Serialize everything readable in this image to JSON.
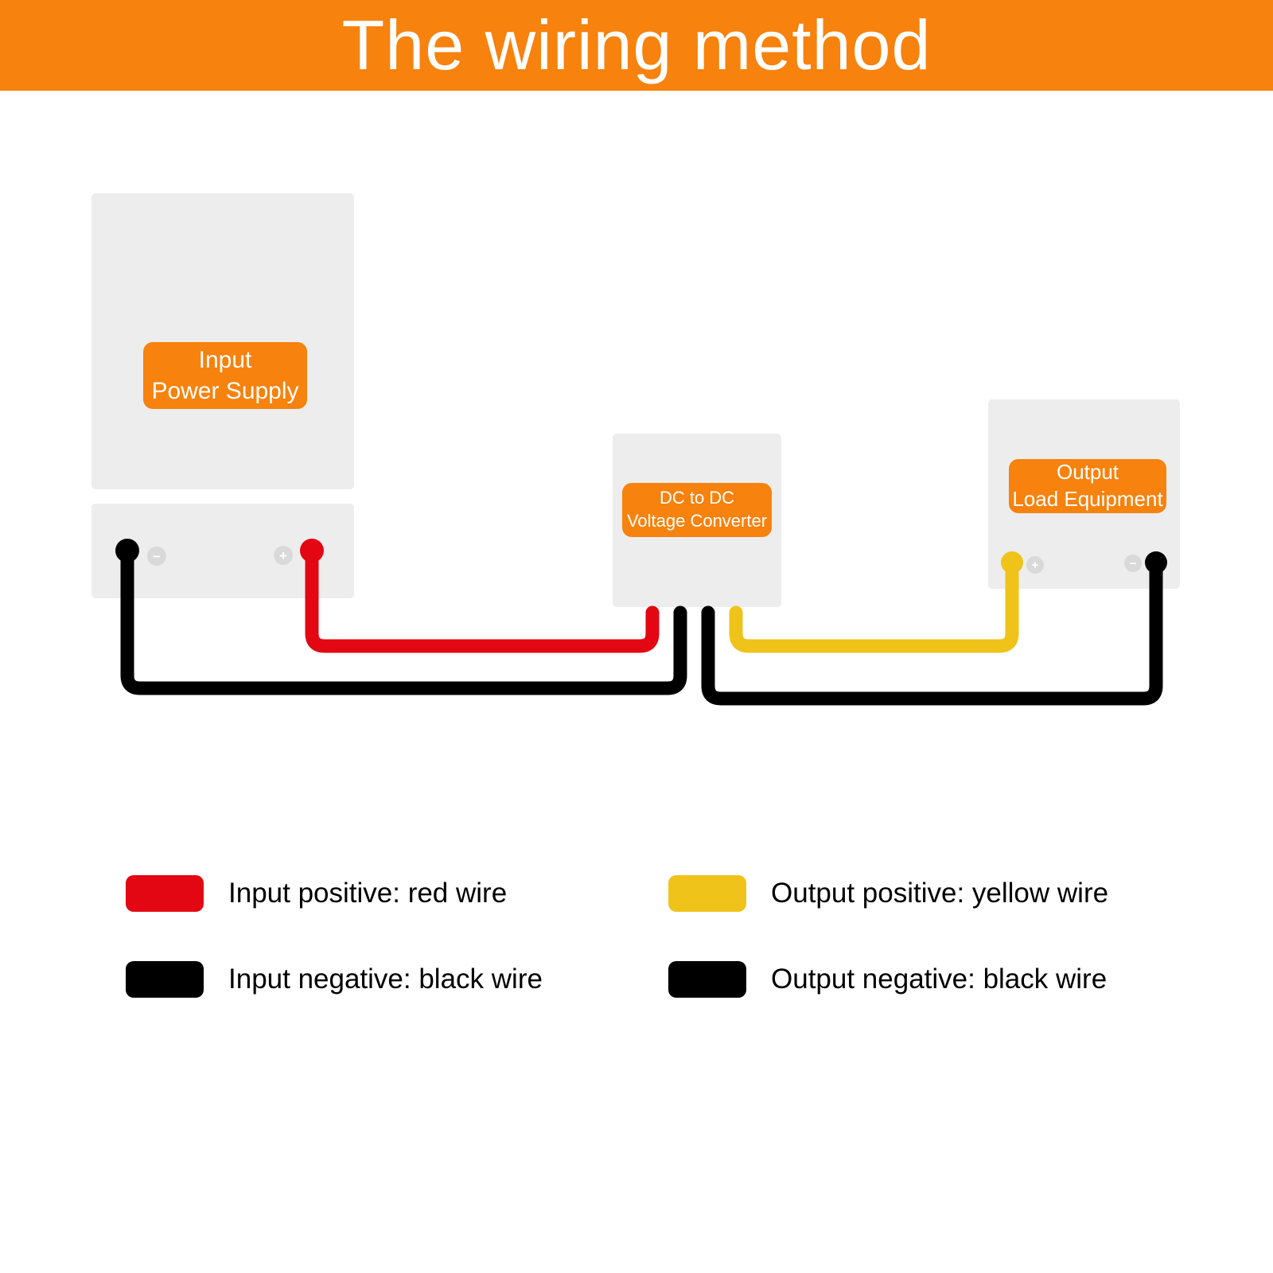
{
  "header": {
    "title": "The wiring method"
  },
  "colors": {
    "accent_orange": "#F7820D",
    "box_gray": "#EDEDED",
    "wire_red": "#E30613",
    "wire_yellow": "#EFC319",
    "wire_black": "#000000",
    "badge_gray": "#D9D9D9"
  },
  "diagram": {
    "input_box": {
      "line1": "Input",
      "line2": "Power Supply"
    },
    "converter_box": {
      "line1": "DC to DC",
      "line2": "Voltage Converter"
    },
    "output_box": {
      "line1": "Output",
      "line2": "Load Equipment"
    },
    "terminals": {
      "input_negative_sign": "−",
      "input_positive_sign": "+",
      "output_positive_sign": "+",
      "output_negative_sign": "−"
    }
  },
  "legend": {
    "items": [
      {
        "color": "#E30613",
        "label": "Input positive: red wire"
      },
      {
        "color": "#EFC319",
        "label": "Output positive: yellow wire"
      },
      {
        "color": "#000000",
        "label": "Input negative: black wire"
      },
      {
        "color": "#000000",
        "label": "Output negative: black wire"
      }
    ]
  }
}
